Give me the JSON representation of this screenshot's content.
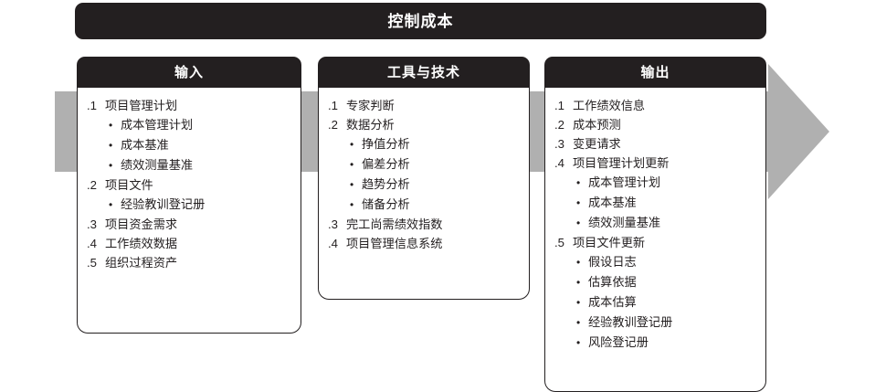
{
  "title": {
    "text": "控制成本"
  },
  "arrow": {
    "fill": "#b0b0b0",
    "name": "process-flow-arrow"
  },
  "colors": {
    "dark": "#231f20",
    "arrow_gray": "#b0b0b0",
    "background": "#ffffff",
    "header_text": "#ffffff"
  },
  "columns": [
    {
      "key": "inputs",
      "header": "输入",
      "items": [
        {
          "num": ".1",
          "text": "项目管理计划",
          "subs": [
            "成本管理计划",
            "成本基准",
            "绩效测量基准"
          ]
        },
        {
          "num": ".2",
          "text": "项目文件",
          "subs": [
            "经验教训登记册"
          ]
        },
        {
          "num": ".3",
          "text": "项目资金需求",
          "subs": []
        },
        {
          "num": ".4",
          "text": "工作绩效数据",
          "subs": []
        },
        {
          "num": ".5",
          "text": "组织过程资产",
          "subs": []
        }
      ]
    },
    {
      "key": "tools",
      "header": "工具与技术",
      "items": [
        {
          "num": ".1",
          "text": "专家判断",
          "subs": []
        },
        {
          "num": ".2",
          "text": "数据分析",
          "subs": [
            "挣值分析",
            "偏差分析",
            "趋势分析",
            "储备分析"
          ]
        },
        {
          "num": ".3",
          "text": "完工尚需绩效指数",
          "subs": []
        },
        {
          "num": ".4",
          "text": "项目管理信息系统",
          "subs": []
        }
      ]
    },
    {
      "key": "outputs",
      "header": "输出",
      "items": [
        {
          "num": ".1",
          "text": "工作绩效信息",
          "subs": []
        },
        {
          "num": ".2",
          "text": "成本预测",
          "subs": []
        },
        {
          "num": ".3",
          "text": "变更请求",
          "subs": []
        },
        {
          "num": ".4",
          "text": "项目管理计划更新",
          "subs": [
            "成本管理计划",
            "成本基准",
            "绩效测量基准"
          ]
        },
        {
          "num": ".5",
          "text": "项目文件更新",
          "subs": [
            "假设日志",
            "估算依据",
            "成本估算",
            "经验教训登记册",
            "风险登记册"
          ]
        }
      ]
    }
  ],
  "bullet_glyph": "•"
}
